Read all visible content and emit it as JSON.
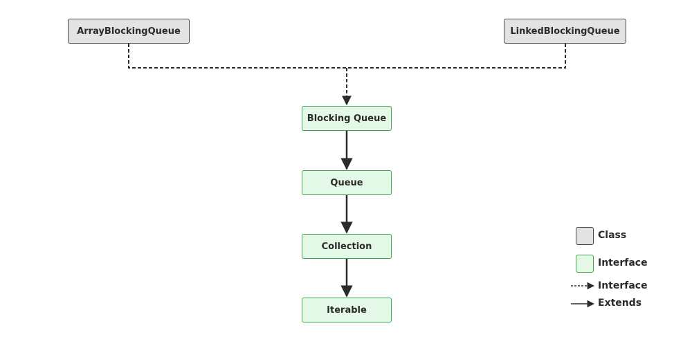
{
  "nodes": {
    "array_blocking_queue": "ArrayBlockingQueue",
    "linked_blocking_queue": "LinkedBlockingQueue",
    "blocking_queue": "Blocking Queue",
    "queue": "Queue",
    "collection": "Collection",
    "iterable": "Iterable"
  },
  "legend": {
    "class_label": "Class",
    "interface_label": "Interface",
    "dashed_arrow_label": "Interface",
    "solid_arrow_label": "Extends"
  },
  "colors": {
    "class_fill": "#e3e3e3",
    "class_border": "#444444",
    "interface_fill": "#e3f8e6",
    "interface_border": "#3fa34d",
    "line": "#2b2b2b"
  }
}
